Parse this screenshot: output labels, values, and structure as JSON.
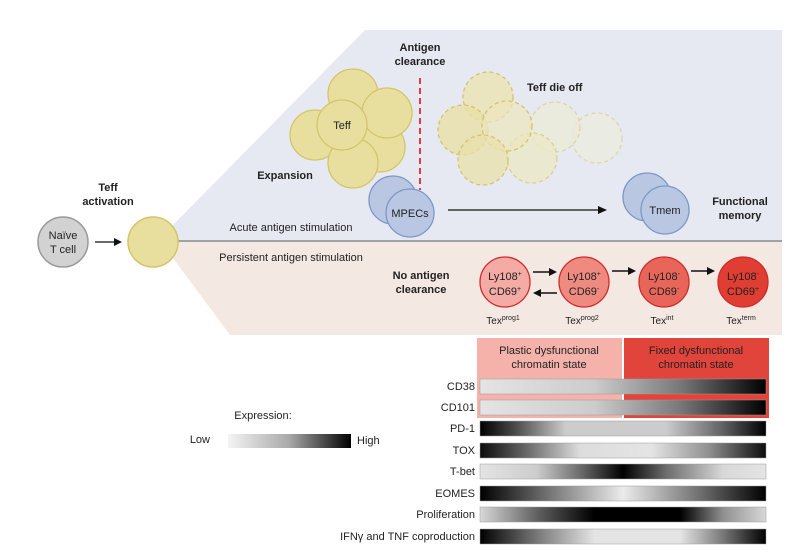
{
  "title": "T cell differentiation: acute vs persistent antigen stimulation",
  "colors": {
    "acute_bg": "#e6e9f1",
    "persistent_bg": "#f4e8e2",
    "teff_fill": "#e8df9e",
    "teff_stroke": "#d4c46a",
    "naive_fill": "#d2d2d2",
    "naive_stroke": "#9a9a9a",
    "memory_fill": "#b9c7e2",
    "memory_stroke": "#7d97c8",
    "clearance_line": "#e8393b",
    "plastic_box": "#f4b2ab",
    "fixed_box": "#e1443a",
    "tex_colors": [
      "#f4aba6",
      "#ee8a80",
      "#e8655a",
      "#e03d33"
    ],
    "tex_stroke": "#cf2b2b"
  },
  "labels": {
    "teff_activation": [
      "Teff",
      "activation"
    ],
    "naive_cell": [
      "Naïve",
      "T cell"
    ],
    "expansion": "Expansion",
    "teff": "Teff",
    "antigen_clearance": [
      "Antigen",
      "clearance"
    ],
    "teff_die_off": "Teff die off",
    "mpecs": "MPECs",
    "tmem": "Tmem",
    "functional_memory": [
      "Functional",
      "memory"
    ],
    "acute": "Acute antigen stimulation",
    "persistent": "Persistent antigen stimulation",
    "no_clearance": [
      "No antigen",
      "clearance"
    ]
  },
  "tex_cells": [
    {
      "l1": "Ly108",
      "s1": "+",
      "l2": "CD69",
      "s2": "+",
      "name": "Tex",
      "sup": "prog1"
    },
    {
      "l1": "Ly108",
      "s1": "+",
      "l2": "CD69",
      "s2": "-",
      "name": "Tex",
      "sup": "prog2"
    },
    {
      "l1": "Ly108",
      "s1": "-",
      "l2": "CD69",
      "s2": "-",
      "name": "Tex",
      "sup": "int"
    },
    {
      "l1": "Ly108",
      "s1": "-",
      "l2": "CD69",
      "s2": "+",
      "name": "Tex",
      "sup": "term"
    }
  ],
  "chromatin_states": {
    "plastic": [
      "Plastic dysfunctional",
      "chromatin state"
    ],
    "fixed": [
      "Fixed dysfunctional",
      "chromatin state"
    ]
  },
  "legend": {
    "title": "Expression:",
    "low": "Low",
    "high": "High"
  },
  "expression_rows": [
    {
      "label": "CD38",
      "profile": [
        [
          0,
          0.05
        ],
        [
          0.4,
          0.15
        ],
        [
          0.7,
          0.5
        ],
        [
          1,
          1
        ]
      ]
    },
    {
      "label": "CD101",
      "profile": [
        [
          0,
          0.05
        ],
        [
          0.4,
          0.15
        ],
        [
          0.7,
          0.5
        ],
        [
          1,
          1
        ]
      ]
    },
    {
      "label": "PD-1",
      "profile": [
        [
          0,
          1
        ],
        [
          0.12,
          0.7
        ],
        [
          0.3,
          0.15
        ],
        [
          0.65,
          0.15
        ],
        [
          0.85,
          0.6
        ],
        [
          1,
          1
        ]
      ]
    },
    {
      "label": "TOX",
      "profile": [
        [
          0,
          0.95
        ],
        [
          0.15,
          0.6
        ],
        [
          0.35,
          0.08
        ],
        [
          0.6,
          0.05
        ],
        [
          0.8,
          0.4
        ],
        [
          1,
          0.95
        ]
      ]
    },
    {
      "label": "T-bet",
      "profile": [
        [
          0,
          0.05
        ],
        [
          0.2,
          0.15
        ],
        [
          0.35,
          0.55
        ],
        [
          0.5,
          1
        ],
        [
          0.65,
          0.55
        ],
        [
          0.85,
          0.1
        ],
        [
          1,
          0.05
        ]
      ]
    },
    {
      "label": "EOMES",
      "profile": [
        [
          0,
          1
        ],
        [
          0.25,
          0.5
        ],
        [
          0.5,
          0.02
        ],
        [
          0.75,
          0.5
        ],
        [
          1,
          1
        ]
      ]
    },
    {
      "label": "Proliferation",
      "profile": [
        [
          0,
          0.1
        ],
        [
          0.2,
          0.6
        ],
        [
          0.4,
          1
        ],
        [
          0.7,
          1
        ],
        [
          0.85,
          0.4
        ],
        [
          1,
          0.1
        ]
      ]
    },
    {
      "label": "IFNγ and TNF coproduction",
      "profile": [
        [
          0,
          1
        ],
        [
          0.2,
          0.5
        ],
        [
          0.4,
          0.05
        ],
        [
          0.7,
          0.05
        ],
        [
          0.85,
          0.5
        ],
        [
          1,
          1
        ]
      ]
    }
  ]
}
